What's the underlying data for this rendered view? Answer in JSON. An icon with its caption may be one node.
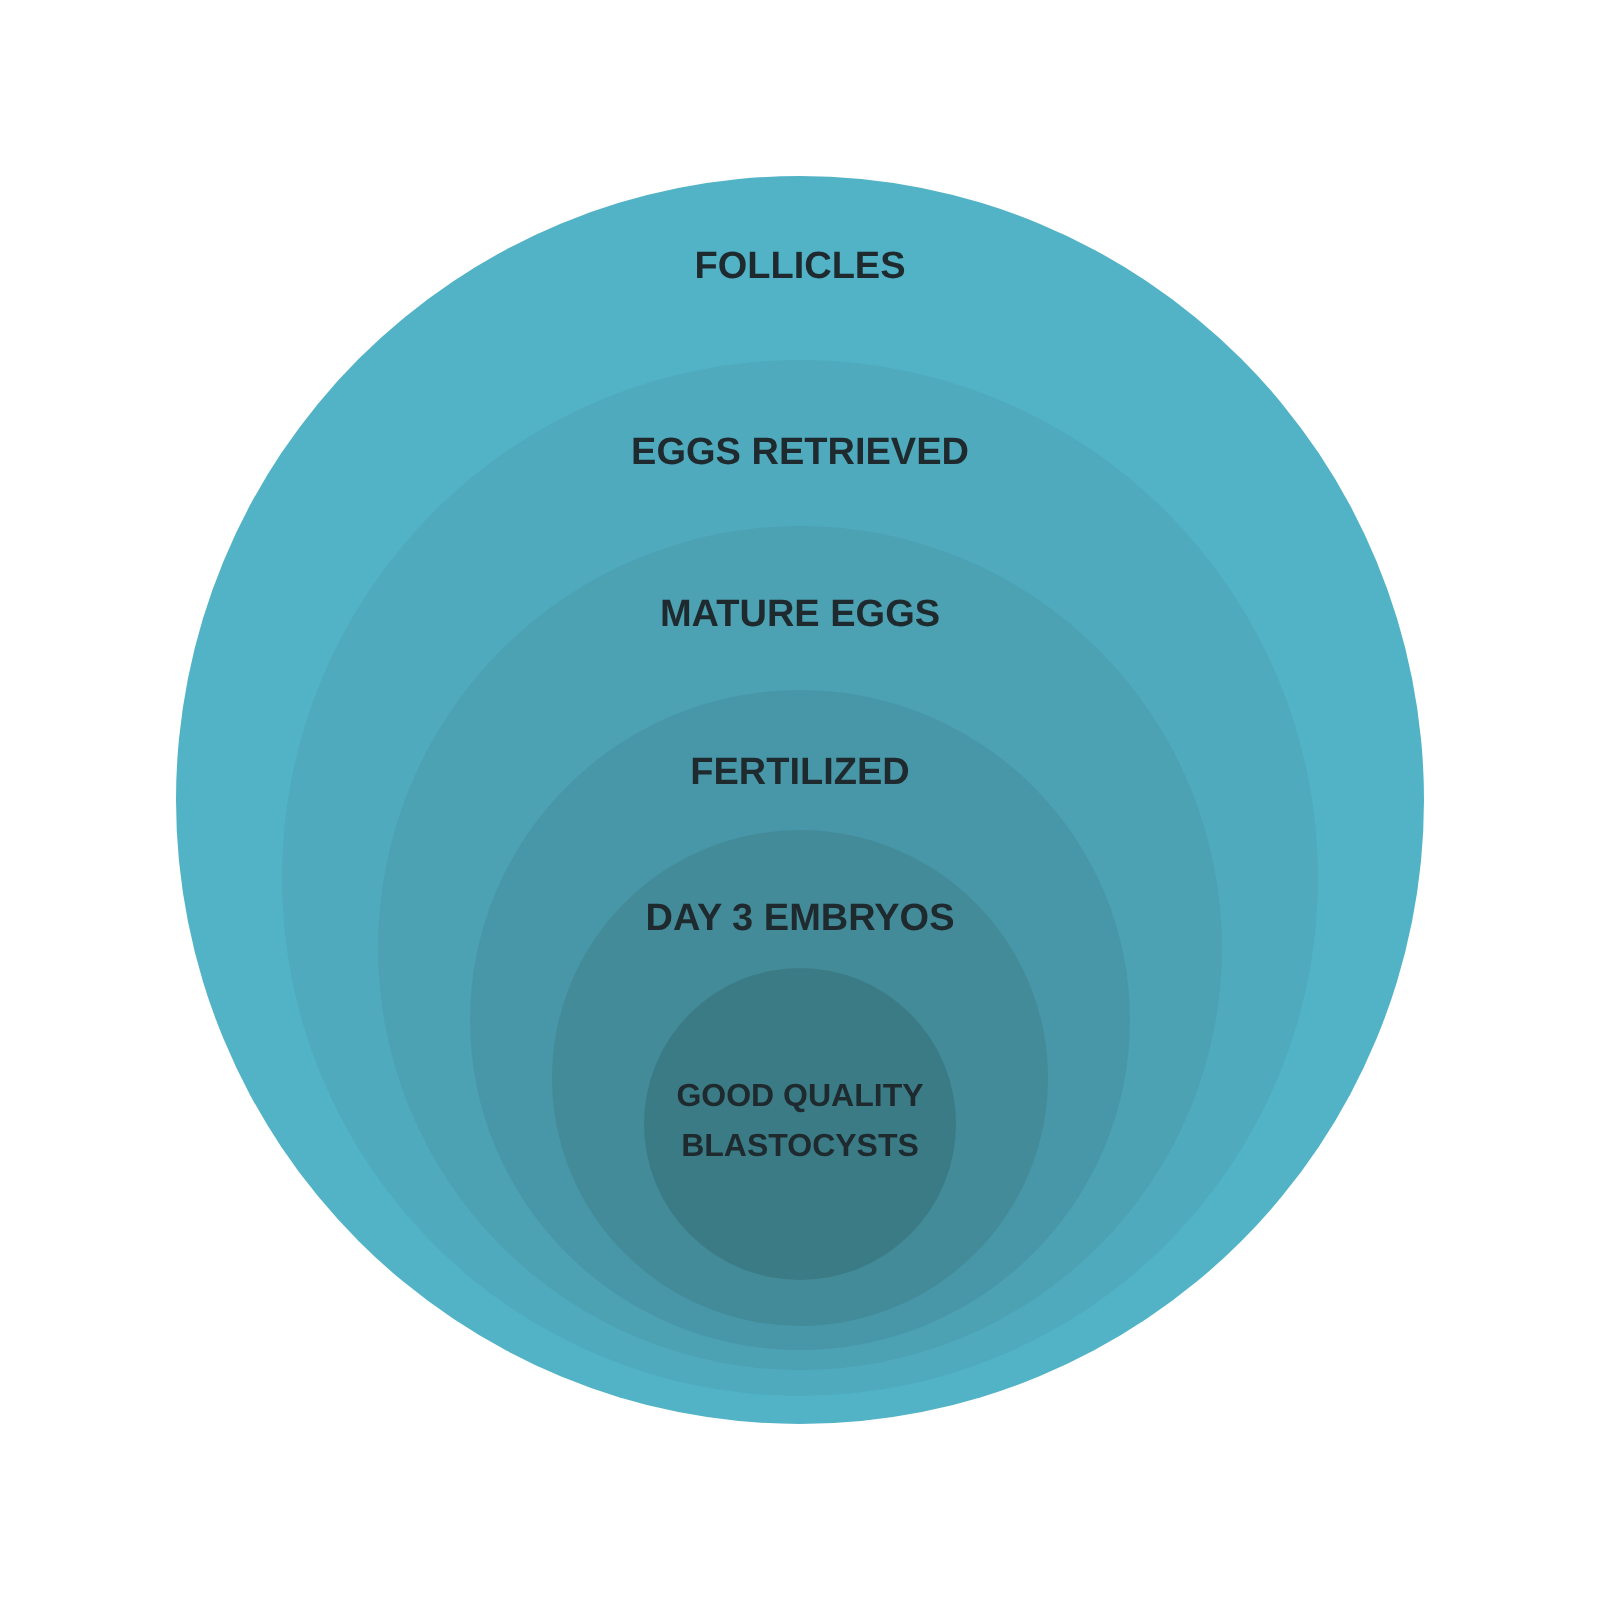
{
  "diagram": {
    "nodes": [
      {
        "text": [
          "FOLLICLES"
        ]
      },
      {
        "text": [
          "EGGS RETRIEVED"
        ],
        "in": 0
      },
      {
        "text": [
          "MATURE EGGS"
        ],
        "in": 1
      },
      {
        "text": [
          "FERTILIZED"
        ],
        "in": 2
      },
      {
        "text": [
          "DAY 3 EMBRYOS"
        ],
        "in": 3
      },
      {
        "text": [
          "GOOD QUALITY BLASTOCYSTS"
        ],
        "in": 4
      }
    ]
  }
}
